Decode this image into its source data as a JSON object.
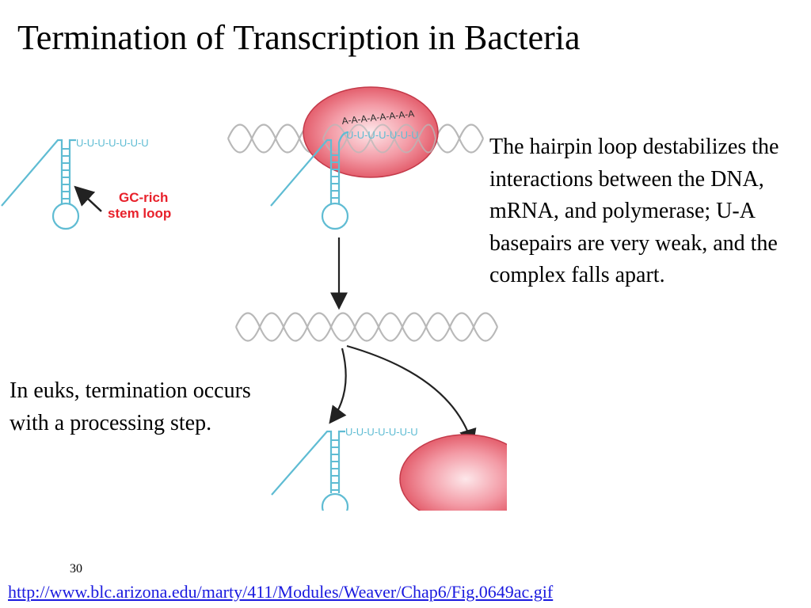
{
  "title": "Termination of Transcription in Bacteria",
  "figure": {
    "u_tail": "U-U-U-U-U-U-U",
    "gc_label_line1": "GC-rich",
    "gc_label_line2": "stem loop",
    "a_seq": "A-A-A-A-A-A-A-A",
    "u_seq": "U-U-U-U-U-U-U",
    "colors": {
      "rna": "#5fbcd3",
      "dna": "#b8b8b8",
      "polymerase": "#e96a78",
      "label": "#e8212b"
    }
  },
  "text_right": "The hairpin loop destabilizes the interactions between the DNA, mRNA, and polymerase; U-A basepairs are very weak, and the complex falls apart.",
  "text_left": "In euks, termination occurs with a processing step.",
  "slide_number": "30",
  "source_link": "http://www.blc.arizona.edu/marty/411/Modules/Weaver/Chap6/Fig.0649ac.gif"
}
